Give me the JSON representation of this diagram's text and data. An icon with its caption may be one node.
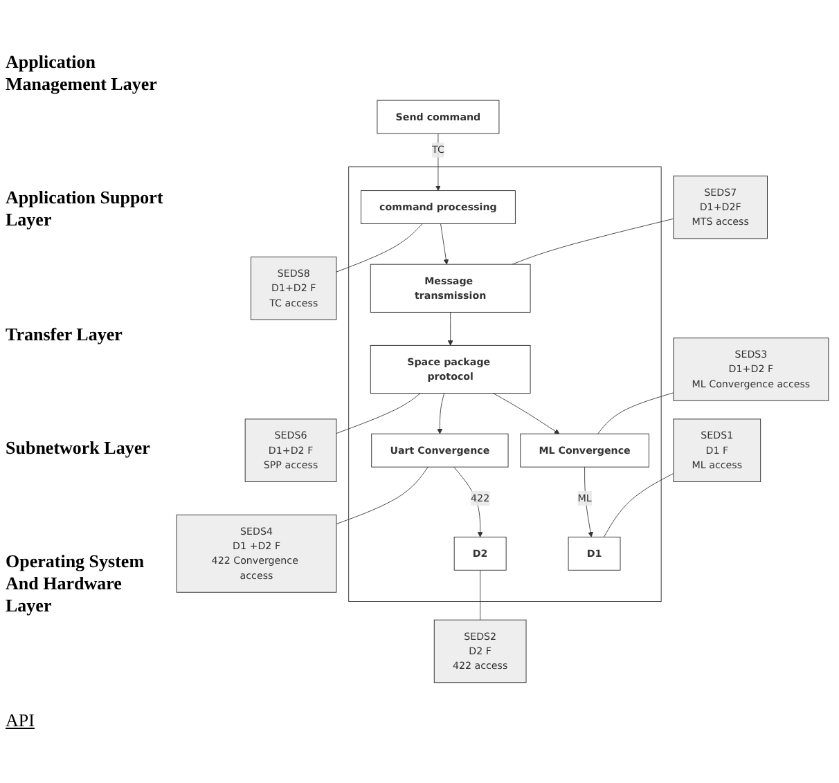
{
  "diagram": {
    "nodes": [
      {
        "text": [
          "Send command"
        ]
      },
      {
        "text": [],
        "shape": "box"
      },
      {
        "text": [
          "command processing"
        ],
        "in": 1
      },
      {
        "text": [
          "Message transmission"
        ],
        "in": 1
      },
      {
        "text": [
          "Space package protocol"
        ],
        "in": 1
      },
      {
        "text": [
          "ML Convergence"
        ],
        "in": 1
      },
      {
        "text": [
          "Uart Convergence"
        ],
        "in": 1
      },
      {
        "text": [
          "D1"
        ],
        "in": 1
      },
      {
        "text": [
          "D2"
        ],
        "in": 1
      },
      {
        "text": [
          "SEDS8",
          "D1+D2 F",
          "TC access"
        ]
      },
      {
        "text": [
          "SEDS7",
          "D1+D2F",
          "MTS access"
        ]
      },
      {
        "text": [
          "SEDS6",
          "D1+D2 F",
          "SPP access"
        ]
      },
      {
        "text": [
          "SEDS3",
          "D1+D2 F",
          "ML Convergence access"
        ]
      },
      {
        "text": [
          "SEDS4",
          "D1 +D2 F",
          "422 Convergence access"
        ]
      },
      {
        "text": [
          "SEDS1",
          "D1 F",
          "ML access"
        ]
      },
      {
        "text": [
          "SEDS2",
          "D2 F",
          "422 access"
        ]
      }
    ],
    "edges": [
      {
        "from": 0,
        "to": 2,
        "arrow": "to",
        "label": "TC"
      },
      {
        "from": 2,
        "to": 3,
        "arrow": "to"
      },
      {
        "from": 3,
        "to": 4,
        "arrow": "to"
      },
      {
        "from": 4,
        "to": 5,
        "arrow": "to"
      },
      {
        "from": 4,
        "to": 6,
        "arrow": "to"
      },
      {
        "from": 5,
        "to": 7,
        "arrow": "to",
        "label": "ML"
      },
      {
        "from": 6,
        "to": 8,
        "arrow": "to",
        "label": "422"
      },
      {
        "from": 2,
        "to": 9,
        "arrow": "none"
      },
      {
        "from": 10,
        "to": 3,
        "arrow": "none"
      },
      {
        "from": 4,
        "to": 11,
        "arrow": "none"
      },
      {
        "from": 12,
        "to": 5,
        "arrow": "none"
      },
      {
        "from": 6,
        "to": 13,
        "arrow": "none"
      },
      {
        "from": 14,
        "to": 7,
        "arrow": "none"
      },
      {
        "from": 8,
        "to": 15,
        "arrow": "none"
      }
    ],
    "labels": [
      "Application Management Layer",
      "Application Support Layer",
      "Transfer Layer",
      "Subnetwork Layer",
      "Operating System And Hardware Layer",
      "API"
    ]
  }
}
